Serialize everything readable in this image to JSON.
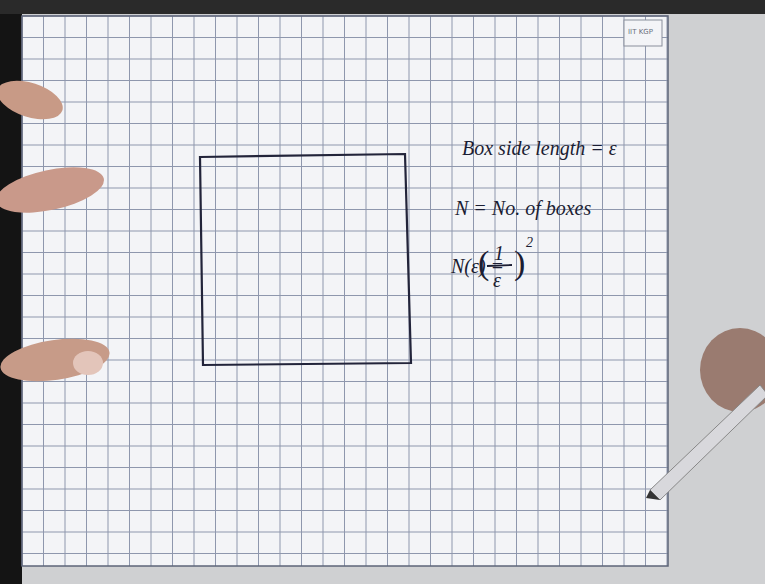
{
  "diagram": {
    "labels": [
      "IIT KGP",
      "Box side length = ε",
      "N = No. of boxes",
      "N(ε) =",
      "(",
      "1",
      "ε",
      ")",
      "2"
    ]
  }
}
